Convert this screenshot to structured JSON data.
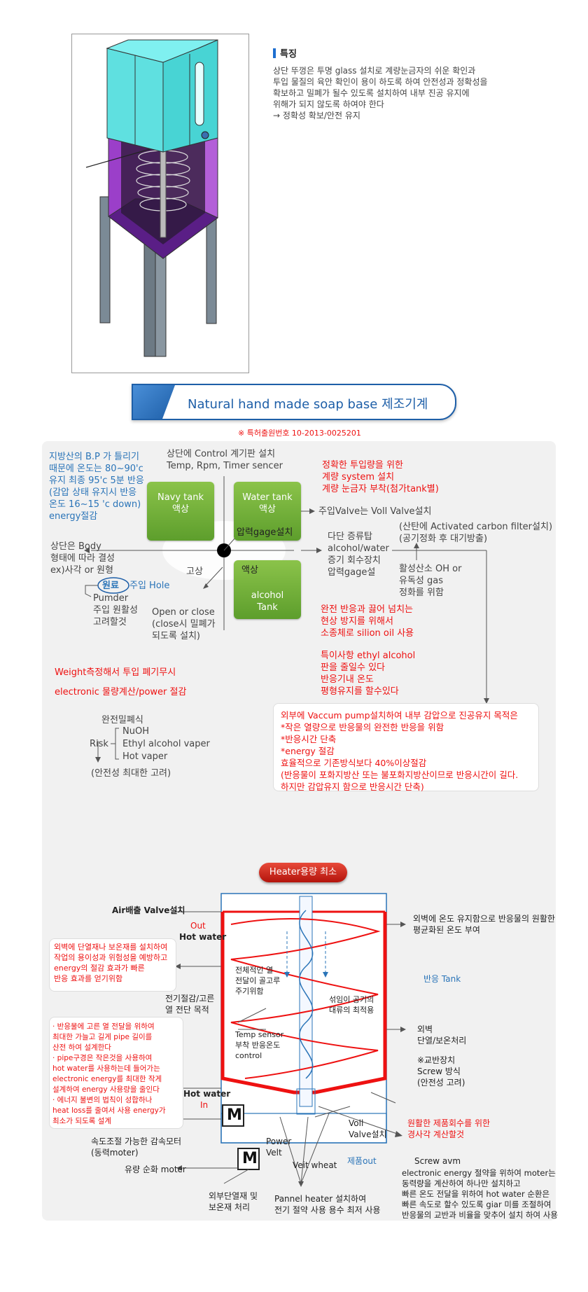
{
  "feature": {
    "heading": "특징",
    "lines": [
      "상단 뚜껑은 투명 glass 설치로 계량눈금자의 쉬운 확인과",
      "투입 물질의 육안 확인이 용이 하도록 하여 안전성과 정확성을",
      "확보하고 밀폐가 될수 있도록 설치하여 내부 진공 유지에",
      "위해가 되지 않도록 하여야 한다",
      "→ 정확성 확보/안전 유지"
    ]
  },
  "banner": {
    "title_en": "Natural hand made soap base",
    "title_ko": "제조기계",
    "patent": "※ 특허출원번호  10-2013-0025201"
  },
  "diagram1": {
    "top_left_blue": "지방산의 B.P 가 틀리기\n때문에 온도는 80~90'c\n유지 최종 95'c 5분 반응\n(감압 상태 유지시 반응\n온도 16~15 'c down)\nenergy절감",
    "control": "상단에 Control 계기판 설치\nTemp, Rpm, Timer sencer",
    "accurate": "정확한 투입량을 위한\n계량 system 설치\n계량 눈금자 부착(첨가tank별)",
    "navy_tank": "Navy tank\n액상",
    "water_tank": "Water tank\n액상",
    "alcohol_tank": "alcohol\nTank",
    "liquid_label": "액상",
    "pressure_gage": "압력gage설치",
    "valve": "주입Valve는 Voll Valve설치",
    "activated": "(산탄에 Activated carbon filter설치)\n(공기정화 후 대기방출)",
    "distill": "다단 증류탑\nalcohol/water\n증기 회수장치\n압력gage설",
    "active_oxygen": "활성산소 OH or\n유독성 gas\n정화를 위함",
    "body": "상단은 Body\n형태에 따라 결성\nex)사각 or 원형",
    "solid": "고상",
    "raw": "원료",
    "inlet_hole": "주입 Hole",
    "pumder": "Pumder\n주입 원활성\n고려할것",
    "open_close": "Open or close\n(close시 밀폐가\n되도록 설치)",
    "overflow": "완전 반응과 끓어 넘치는\n현상 방지를 위해서\n소종체로 silion oil 사용",
    "special": "특이사항 ethyl alcohol\n판을 줄일수 있다\n반응기내 온도\n평형유지를 할수있다",
    "weight": "Weight측정해서 투입 폐기무시",
    "electronic": "electronic 물량계산/power 절감",
    "sealed": "완전밀폐식",
    "risk": "Risk",
    "risk_items": [
      "NuOH",
      "Ethyl alcohol vaper",
      "Hot vaper"
    ],
    "safety": "(안전성 최대한 고려)",
    "vacuum": "외부에 Vaccum pump설치하여 내부 감압으로 진공유지 목적은\n*작은 열량으로 반응물의 완전한 반응을 위함\n*반응시간 단축\n*energy 절감\n효율적으로 기존방식보다 40%이상절감\n(반응물이 포화지방산 또는 불포화지방산이므로 반응시간이 길다.\n하지만 감압유지 함으로 반응시간 단축)"
  },
  "diagram2": {
    "heater_title": "Heater용량 최소",
    "air_valve": "Air배출 Valve설치",
    "out": "Out",
    "hot_water_top": "Hot water",
    "outer_wall_right": "외벽에 온도 유지함으로 반응물의 원활한\n평균화된 온도 부여",
    "insulation_box": "외벽에 단열재나 보온재를 설치하여\n작업의 용이성과 위험성을 예방하고\nenergy의 절감 효과가 빠른\n반응 효과를 얻기위함",
    "heat_transfer": "전체적인 열\n전달이 골고루\n주기위함",
    "mixing": "섞임이 공기의\n대류의 최적용",
    "reaction_tank": "반응 Tank",
    "power_save": "전기절감/고른\n열 전단 목적",
    "pipe_box": "· 반응물에 고른 열 전달을 위하여\n  최대한 가늘고 길게 pipe 길이를\n  산전 하여 설계한다\n· pipe구경은 작은것을 사용하여\n  hot water를 사용하는데 들어가는\n  electronic energy를 최대한 작게\n  설계하여 energy 사용량을 줄인다\n· 에너지 불변의 법칙이 성합하나\n  heat loss를 줄여서 사용 energy가\n  최소가 되도록 설계",
    "temp_sensor": "Temp sensor\n부착 반응온도\ncontrol",
    "outer_wall": "외벽\n단열/보온처리",
    "stirrer": "※교반장치\nScrew 방식\n(안전성 고려)",
    "hot_water_in_1": "Hot water",
    "hot_water_in_2": "In",
    "recovery": "원활한 제품회수를 위한\n경사각 계산할것",
    "motor_speed": "속도조절 가능한 감속모터\n(동력moter)",
    "m1": "M",
    "m2": "M",
    "power_velt": "Power\nVelt",
    "voll_valve": "Voll\nValve설치",
    "product_out": "제품out",
    "screw_avm": "Screw avm",
    "veit_wheat": "Veit wheat",
    "flow_motor": "유량 순화 moter",
    "energy_note": "electronic energy 절약을 위하여 moter는\n동력량을 계산하여 하나만 설치하고\n빠른 온도 전달을 위하여 hot water 순환은\n빠른 속도로 할수 있도록 giar 미를 조절하여\n반응물의 교반과 비율을 맞추어 설치 하여 사용",
    "outer_insulation": "외부단열재 및\n보온재 처리",
    "panel_heater": "Pannel heater 설치하여\n전기 절약 사용 용수 최저 사용"
  },
  "colors": {
    "accent_blue": "#1e5fa8",
    "red": "#e11111",
    "green": "#6aaa35",
    "cyan": "#4fd8d8",
    "purple": "#9b3fc9"
  }
}
